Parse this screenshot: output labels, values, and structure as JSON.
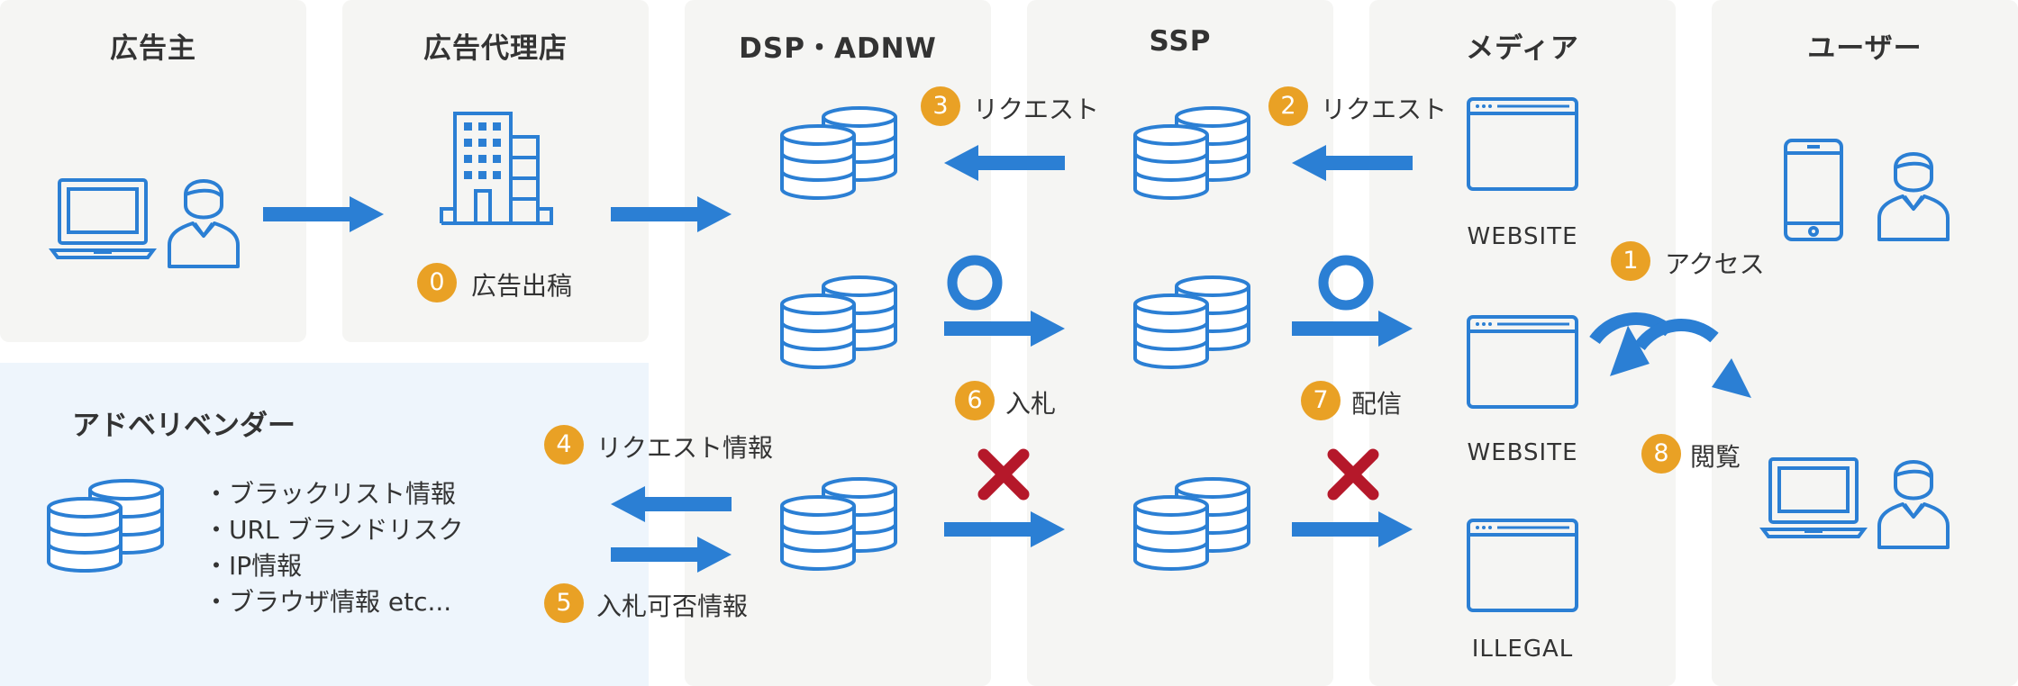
{
  "columns": {
    "advertiser": "広告主",
    "agency": "広告代理店",
    "dsp": "DSP・ADNW",
    "ssp": "SSP",
    "media": "メディア",
    "user": "ユーザー"
  },
  "steps": [
    {
      "num": "0",
      "label": "広告出稿"
    },
    {
      "num": "1",
      "label": "アクセス"
    },
    {
      "num": "2",
      "label": "リクエスト"
    },
    {
      "num": "3",
      "label": "リクエスト"
    },
    {
      "num": "4",
      "label": "リクエスト情報"
    },
    {
      "num": "5",
      "label": "入札可否情報"
    },
    {
      "num": "6",
      "label": "入札"
    },
    {
      "num": "7",
      "label": "配信"
    },
    {
      "num": "8",
      "label": "閲覧"
    }
  ],
  "sites": [
    "WEBSITE",
    "WEBSITE",
    "ILLEGAL"
  ],
  "vendor": {
    "title": "アドベリベンダー",
    "items": [
      "・ブラックリスト情報",
      "・URL ブランドリスク",
      "・IP情報",
      "・ブラウザ情報 etc..."
    ]
  },
  "colors": {
    "accent_blue": "#2b7fd4",
    "step_orange": "#e9a125",
    "cross_red": "#b5182a",
    "panel_gray": "#f5f5f3",
    "vendor_bg": "#eef5fc"
  }
}
